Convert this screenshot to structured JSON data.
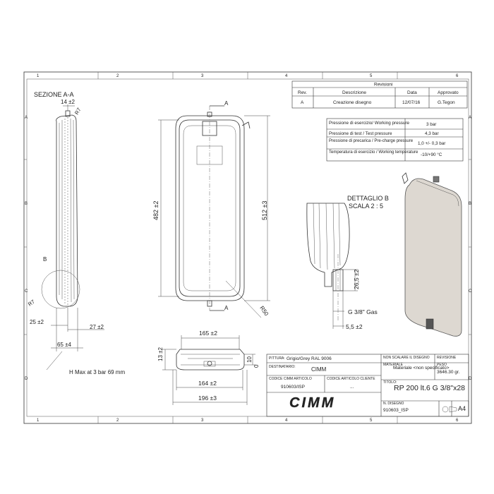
{
  "grid": {
    "cols": [
      "1",
      "2",
      "3",
      "4",
      "5",
      "6"
    ],
    "rows": [
      "A",
      "B",
      "C",
      "D"
    ]
  },
  "section_label": "SEZIONE A-A",
  "section_marks": [
    "A",
    "A"
  ],
  "detail_label_b": "B",
  "detail_title": "DETTAGLIO B",
  "detail_scale": "SCALA 2 : 5",
  "dimensions": {
    "d14": "14 ±2",
    "r7_top": "R7",
    "r7_bottom": "R7",
    "d482": "482 ±2",
    "d512": "512 ±3",
    "r50": "R50",
    "d25": "25 ±2",
    "d27": "27 ±2",
    "d65": "65 ±4",
    "hmax": "H Max at 3 bar 69 mm",
    "d165": "165 ±2",
    "d13": "13 ±2",
    "d164": "164 ±2",
    "d196": "196 ±3",
    "d10": "10",
    "d0": "0",
    "d26_5": "26,5 ±2",
    "gas": "G 3/8\" Gas",
    "d5_5": "5,5 ±2"
  },
  "revisions": {
    "title": "Revisioni",
    "headers": [
      "Rev.",
      "Descrizione",
      "Data",
      "Approvato"
    ],
    "row": [
      "A",
      "Creazione disegno",
      "12/07/16",
      "G.Tegon"
    ]
  },
  "specs": [
    {
      "label": "Pressione di esercizio/ Working pressure",
      "value": "3 bar"
    },
    {
      "label": "Pressione di test / Test pressure",
      "value": "4,3 bar"
    },
    {
      "label": "Pressione di precarica / Pre-charge pressure",
      "value": "1,0 +/- 0,3 bar"
    },
    {
      "label": "Temperatura di esercizio / Working temperature",
      "value": "-10/+90 °C"
    }
  ],
  "titleblock": {
    "paint_label": "PITTURA:",
    "paint_value": "Grigio/Grey RAL 9006",
    "no_scale": "NON SCALARE IL DISEGNO",
    "revision_label": "REVISIONE",
    "recipient_label": "DESTINATARIO:",
    "recipient_value": "CIMM",
    "material_label": "MATERIALE",
    "material_value": "Materiale <non specificato>",
    "weight_label": "PESO",
    "weight_value": "3646.30 gr.",
    "code_cimm_label": "CODICE CIMM ARTICOLO",
    "code_cimm_value": "910603/ISP",
    "code_client_label": "CODICE ARTICOLO CLIENTE",
    "code_client_value": "...",
    "title_label": "TITOLO:",
    "title_value": "RP 200 lt.6 G 3/8\"x28",
    "logo_text": "CIMM",
    "drawing_no_label": "N. DISEGNO",
    "drawing_no_value": "910603_ISP",
    "format": "A4"
  }
}
